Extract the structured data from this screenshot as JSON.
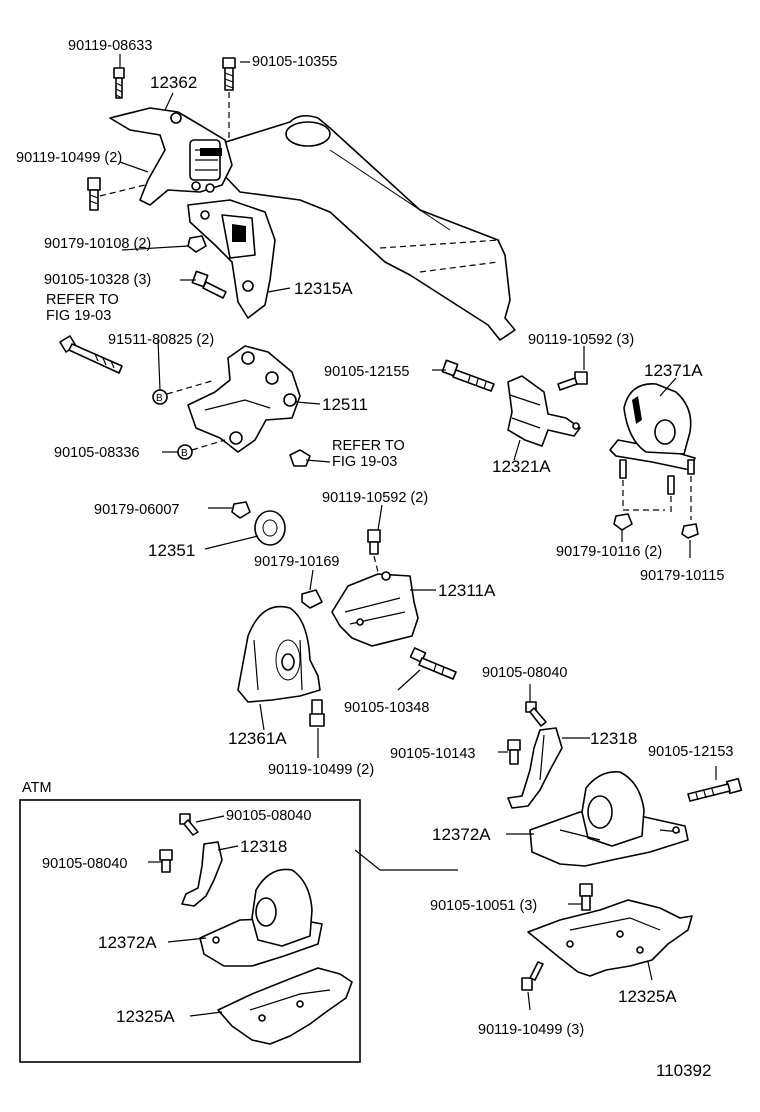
{
  "labels": {
    "p90119_08633": "90119-08633",
    "p12362": "12362",
    "p90105_10355": "90105-10355",
    "p90119_10499_2a": "90119-10499 (2)",
    "p90179_10108_2": "90179-10108 (2)",
    "p90105_10328_3": "90105-10328 (3)",
    "p12315A": "12315A",
    "refer1_a": "REFER TO",
    "refer1_b": "FIG 19-03",
    "p91511_80825_2": "91511-80825 (2)",
    "p12511": "12511",
    "p90105_08336": "90105-08336",
    "refer2_a": "REFER TO",
    "refer2_b": "FIG 19-03",
    "p90105_12155": "90105-12155",
    "p90119_10592_3": "90119-10592 (3)",
    "p12371A": "12371A",
    "p12321A": "12321A",
    "p90179_06007": "90179-06007",
    "p12351": "12351",
    "p90119_10592_2": "90119-10592 (2)",
    "p90179_10169": "90179-10169",
    "p12311A": "12311A",
    "p90179_10116_2": "90179-10116 (2)",
    "p90179_10115": "90179-10115",
    "p90105_08040_r": "90105-08040",
    "p90105_10348": "90105-10348",
    "p12361A": "12361A",
    "p90119_10499_2b": "90119-10499 (2)",
    "p90105_10143": "90105-10143",
    "p12318_r": "12318",
    "p90105_12153": "90105-12153",
    "p12372A_r": "12372A",
    "p90105_10051_3": "90105-10051 (3)",
    "p12325A_r": "12325A",
    "p90119_10499_3": "90119-10499 (3)",
    "atm": "ATM",
    "atm_90105_08040_a": "90105-08040",
    "atm_90105_08040_b": "90105-08040",
    "atm_12318": "12318",
    "atm_12372A": "12372A",
    "atm_12325A": "12325A",
    "fig_number": "110392"
  }
}
